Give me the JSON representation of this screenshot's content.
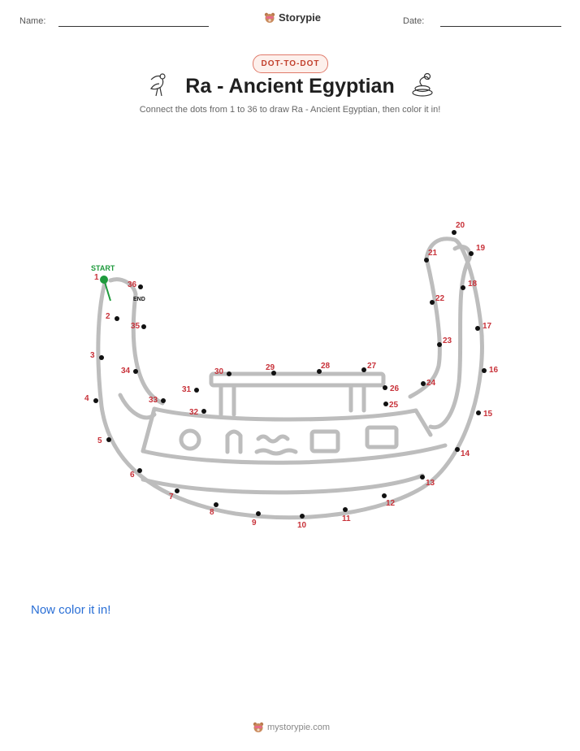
{
  "header": {
    "name_label": "Name:",
    "date_label": "Date:",
    "brand": "Storypie"
  },
  "badge": "DOT-TO-DOT",
  "title": "Ra - Ancient Egyptian",
  "subtitle": "Connect the dots from 1 to 36 to draw Ra - Ancient Egyptian, then color it in!",
  "icons": {
    "left": "ibis-icon",
    "right": "cobra-icon",
    "brand": "bear-mascot-icon"
  },
  "puzzle": {
    "start_label": "START",
    "end_label": "END",
    "dots": [
      {
        "n": "1"
      },
      {
        "n": "2"
      },
      {
        "n": "3"
      },
      {
        "n": "4"
      },
      {
        "n": "5"
      },
      {
        "n": "6"
      },
      {
        "n": "7"
      },
      {
        "n": "8"
      },
      {
        "n": "9"
      },
      {
        "n": "10"
      },
      {
        "n": "11"
      },
      {
        "n": "12"
      },
      {
        "n": "13"
      },
      {
        "n": "14"
      },
      {
        "n": "15"
      },
      {
        "n": "16"
      },
      {
        "n": "17"
      },
      {
        "n": "18"
      },
      {
        "n": "19"
      },
      {
        "n": "20"
      },
      {
        "n": "21"
      },
      {
        "n": "22"
      },
      {
        "n": "23"
      },
      {
        "n": "24"
      },
      {
        "n": "25"
      },
      {
        "n": "26"
      },
      {
        "n": "27"
      },
      {
        "n": "28"
      },
      {
        "n": "29"
      },
      {
        "n": "30"
      },
      {
        "n": "31"
      },
      {
        "n": "32"
      },
      {
        "n": "33"
      },
      {
        "n": "34"
      },
      {
        "n": "35"
      },
      {
        "n": "36"
      }
    ],
    "colors": {
      "dot": "#111111",
      "number": "#c8323a",
      "start": "#1e9a3c",
      "outline": "#bdbdbd"
    }
  },
  "color_prompt": "Now color it in!",
  "footer": "mystorypie.com"
}
